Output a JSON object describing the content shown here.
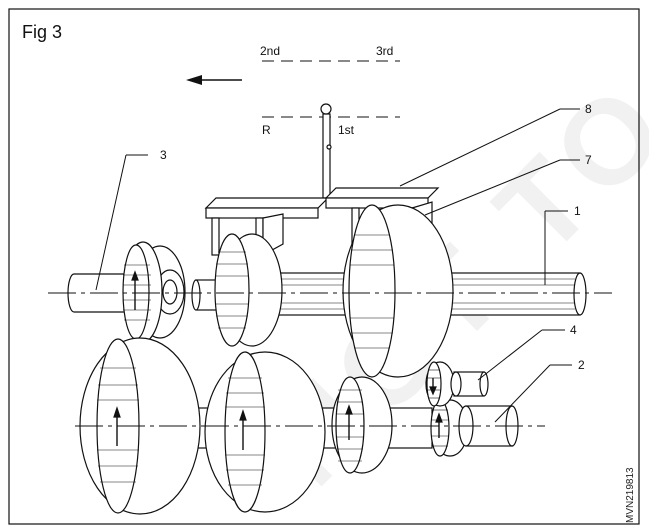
{
  "figure": {
    "title": "Fig 3",
    "gear_positions": {
      "second": "2nd",
      "third": "3rd",
      "reverse": "R",
      "first": "1st"
    },
    "callouts": [
      "1",
      "2",
      "3",
      "4",
      "7",
      "8"
    ],
    "watermark_text": "NOT TO BE",
    "code": "MVN219813"
  },
  "colors": {
    "stroke": "#111111",
    "background": "#ffffff"
  }
}
